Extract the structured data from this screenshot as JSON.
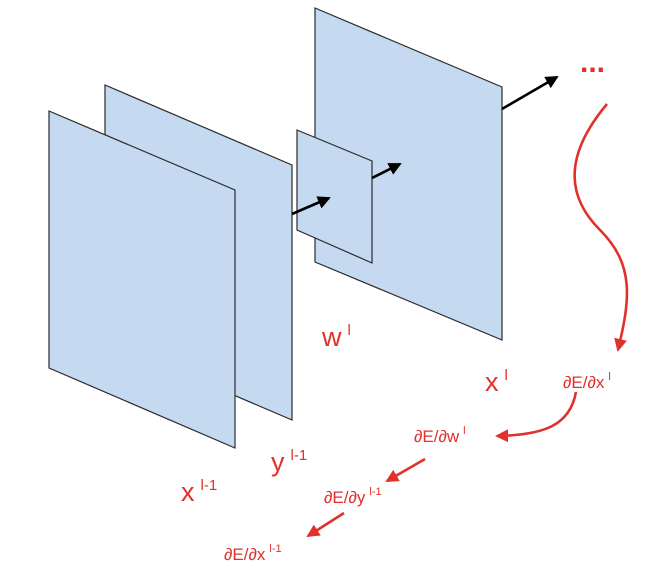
{
  "colors": {
    "panel_fill": "#c5daf0",
    "panel_stroke": "#2b2b2b",
    "forward_arrow": "#000000",
    "gradient_red": "#e0312b"
  },
  "labels": {
    "x_prev": {
      "base": "x",
      "sup": "l-1"
    },
    "y_prev": {
      "base": "y",
      "sup": "l-1"
    },
    "w": {
      "base": "w",
      "sup": "l"
    },
    "x_cur": {
      "base": "x",
      "sup": "l"
    },
    "ellipsis": "..."
  },
  "gradients": {
    "dE_dx": {
      "base": "∂E/∂x",
      "sup": "l"
    },
    "dE_dw": {
      "base": "∂E/∂w",
      "sup": "l"
    },
    "dE_dy": {
      "base": "∂E/∂y",
      "sup": "l-1"
    },
    "dE_dx_prev": {
      "base": "∂E/∂x",
      "sup": "l-1"
    }
  }
}
